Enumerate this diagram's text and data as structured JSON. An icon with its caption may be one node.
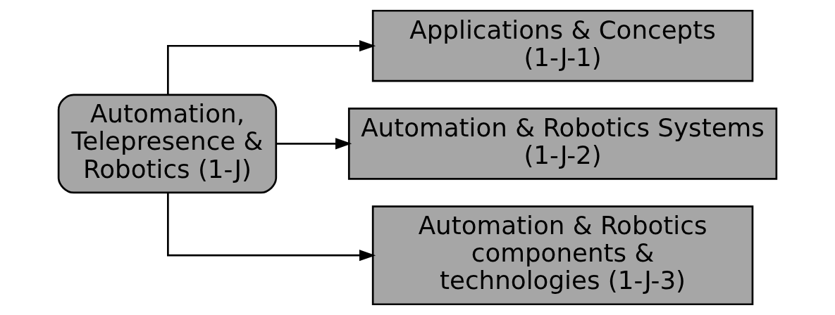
{
  "diagram": {
    "nodes": [
      {
        "text": [
          "Automation, Telepresence & Robotics (1-J)"
        ]
      },
      {
        "text": [
          "Applications & Concepts (1-J-1)"
        ]
      },
      {
        "text": [
          "Automation & Robotics Systems (1-J-2)"
        ]
      },
      {
        "text": [
          "Automation & Robotics components & technologies (1-J-3)"
        ]
      }
    ],
    "edges": [
      {
        "from": 0,
        "to": 1,
        "arrow": "to"
      },
      {
        "from": 0,
        "to": 2,
        "arrow": "to"
      },
      {
        "from": 0,
        "to": 3,
        "arrow": "to"
      }
    ]
  }
}
